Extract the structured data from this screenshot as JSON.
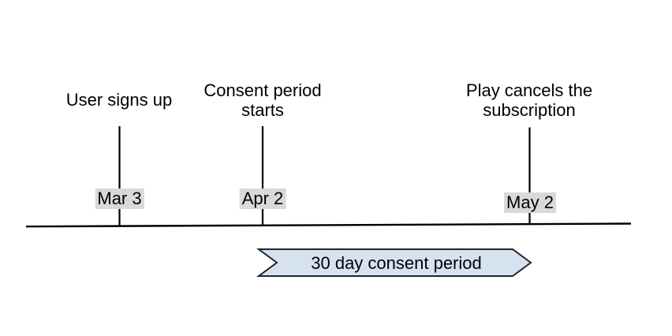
{
  "timeline": {
    "events": [
      {
        "label": "User signs up",
        "date": "Mar 3"
      },
      {
        "label": "Consent period starts",
        "date": "Apr 2"
      },
      {
        "label": "Play cancels the subscription",
        "date": "May 2"
      }
    ],
    "period_ribbon": {
      "label": "30 day consent period"
    },
    "colors": {
      "axis": "#000000",
      "tick": "#000000",
      "text": "#000000",
      "date_badge_bg": "#d9d9d9",
      "ribbon_fill": "#d6e2f0",
      "ribbon_border": "#20242c"
    }
  }
}
